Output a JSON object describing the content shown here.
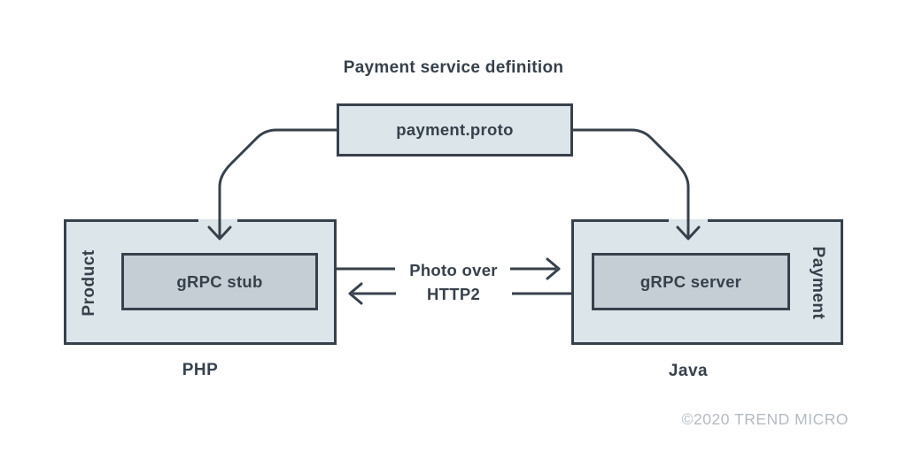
{
  "title": {
    "text": "Payment service definition"
  },
  "proto_box": {
    "label": "payment.proto"
  },
  "left_system": {
    "side_label": "Product",
    "inner_label": "gRPC stub",
    "caption": "PHP"
  },
  "right_system": {
    "side_label": "Payment",
    "inner_label": "gRPC server",
    "caption": "Java"
  },
  "link": {
    "line1": "Photo over",
    "line2": "HTTP2"
  },
  "footer": {
    "copyright": "©2020 TREND MICRO"
  },
  "icons": {
    "down_arrow_left": "arrow-down-icon",
    "down_arrow_right": "arrow-down-icon",
    "right_arrow": "arrow-right-icon",
    "left_arrow": "arrow-left-icon"
  },
  "colors": {
    "stroke": "#37414B",
    "box_fill": "#DCE5EA",
    "inner_fill": "#C5CED5",
    "muted": "#B5BBC1",
    "bg": "#FFFFFF"
  }
}
